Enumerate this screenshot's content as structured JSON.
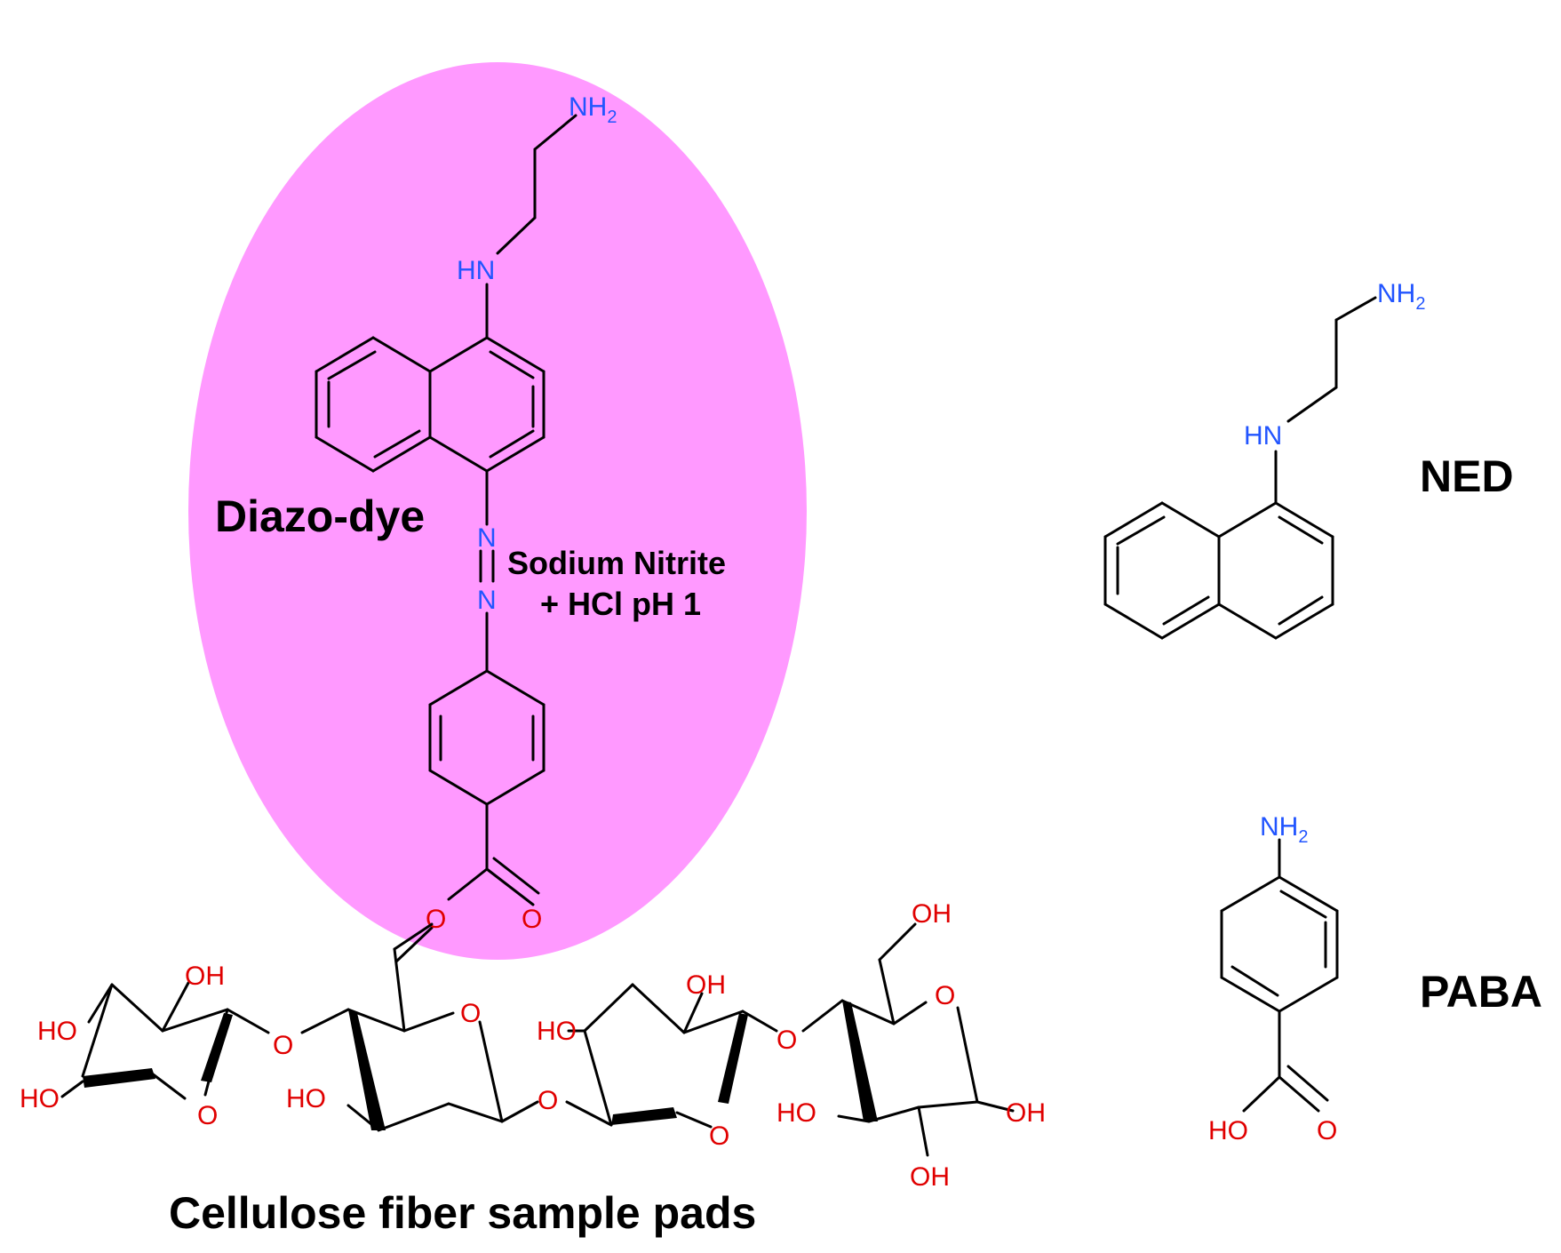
{
  "labels": {
    "diazo_dye": "Diazo-dye",
    "reagent_line1": "Sodium Nitrite",
    "reagent_line2": "+ HCl pH 1",
    "ned": "NED",
    "paba": "PABA",
    "cellulose": "Cellulose fiber sample pads"
  },
  "atoms": {
    "nh2": "NH",
    "sub2": "2",
    "hn": "HN",
    "n": "N",
    "o": "O",
    "oh": "OH",
    "ho": "HO"
  },
  "colors": {
    "highlight": "#ff99ff",
    "nitrogen": "#2255ff",
    "oxygen": "#e00000",
    "bond": "#000000"
  }
}
